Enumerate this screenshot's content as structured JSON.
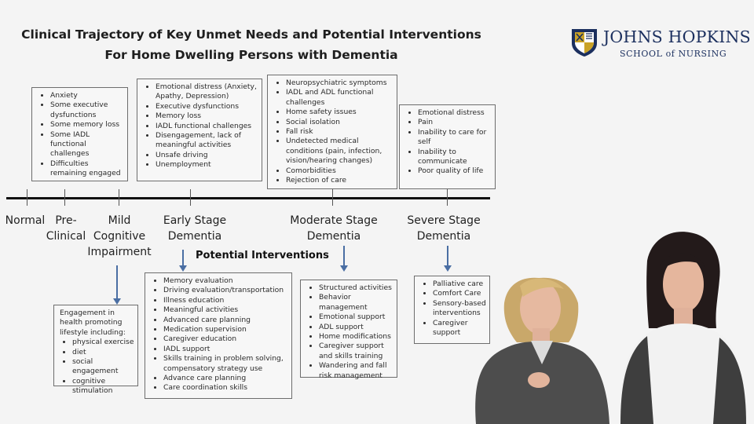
{
  "title": {
    "line1": "Clinical Trajectory of Key Unmet Needs and Potential Interventions",
    "line2": "For Home Dwelling Persons with Dementia"
  },
  "logo": {
    "name": "JOHNS HOPKINS",
    "sub": "SCHOOL of NURSING"
  },
  "stages": [
    {
      "label": "Normal"
    },
    {
      "label": "Pre-\nClinical"
    },
    {
      "label": "Mild\nCognitive\nImpairment"
    },
    {
      "label": "Early Stage\nDementia"
    },
    {
      "label": "Moderate Stage\nDementia"
    },
    {
      "label": "Severe Stage\nDementia"
    }
  ],
  "needs": {
    "preclinical": [
      "Anxiety",
      "Some executive dysfunctions",
      "Some memory loss",
      "Some IADL functional challenges",
      "Difficulties remaining engaged"
    ],
    "early": [
      "Emotional distress (Anxiety, Apathy, Depression)",
      "Executive dysfunctions",
      "Memory loss",
      "IADL functional challenges",
      "Disengagement, lack of meaningful activities",
      "Unsafe driving",
      "Unemployment"
    ],
    "moderate": [
      "Neuropsychiatric symptoms",
      "IADL and ADL functional challenges",
      "Home safety issues",
      "Social isolation",
      "Fall risk",
      "Undetected medical conditions (pain, infection, vision/hearing changes)",
      "Comorbidities",
      "Rejection of care"
    ],
    "severe": [
      "Emotional distress",
      "Pain",
      "Inability to care for self",
      "Inability to communicate",
      "Poor quality of life"
    ]
  },
  "interventions": {
    "heading": "Potential Interventions",
    "mci_lead": "Engagement in health promoting lifestyle including:",
    "mci": [
      "physical exercise",
      "diet",
      "social engagement",
      "cognitive stimulation"
    ],
    "early": [
      "Memory evaluation",
      "Driving evaluation/transportation",
      "Illness education",
      "Meaningful activities",
      "Advanced care planning",
      "Medication supervision",
      "Caregiver education",
      "IADL support",
      "Skills training in problem solving, compensatory strategy use",
      "Advance care planning",
      "Care coordination skills"
    ],
    "moderate": [
      "Structured activities",
      "Behavior management",
      "Emotional support",
      "ADL support",
      "Home modifications",
      "Caregiver support and skills training",
      "Wandering and fall risk management"
    ],
    "severe": [
      "Palliative care",
      "Comfort Care",
      "Sensory-based interventions",
      "Caregiver support"
    ]
  },
  "colors": {
    "arrow": "#4a6ea3",
    "logo_navy": "#1b2f5e",
    "logo_gold": "#c9a227"
  }
}
